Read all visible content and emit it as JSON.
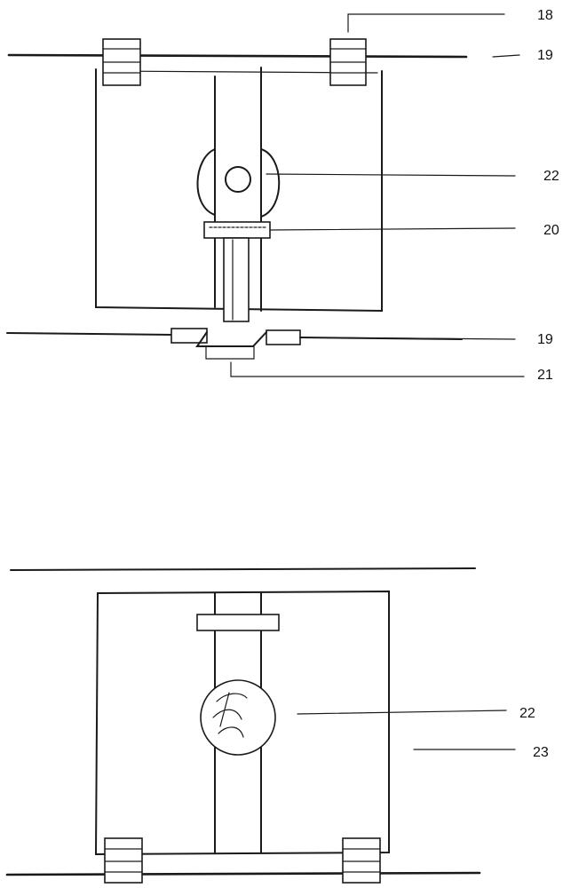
{
  "labels": {
    "top": {
      "l18": "18",
      "l19a": "19",
      "l22": "22",
      "l20": "20",
      "l19b": "19",
      "l21": "21"
    },
    "bottom": {
      "l22": "22",
      "l23": "23"
    }
  }
}
